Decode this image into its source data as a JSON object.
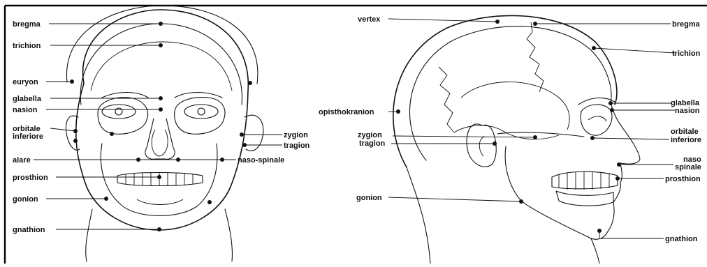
{
  "front_view": {
    "labels": {
      "bregma": "bregma",
      "trichion": "trichion",
      "euryon": "euryon",
      "glabella": "glabella",
      "nasion": "nasion",
      "orbitale_1": "orbitale",
      "orbitale_2": "inferiore",
      "alare": "alare",
      "prosthion": "prosthion",
      "gonion": "gonion",
      "gnathion": "gnathion",
      "zygion": "zygion",
      "tragion": "tragion",
      "naso_spinale": "naso-spinale"
    }
  },
  "side_view": {
    "labels": {
      "vertex": "vertex",
      "bregma": "bregma",
      "trichion": "trichion",
      "opisthokranion": "opisthokranion",
      "glabella": "glabella",
      "nasion": "nasion",
      "zygion": "zygion",
      "tragion": "tragion",
      "orbitale_1": "orbitale",
      "orbitale_2": "inferiore",
      "naso_1": "naso",
      "naso_2": "spinale",
      "prosthion": "prosthion",
      "gonion": "gonion",
      "gnathion": "gnathion"
    }
  }
}
